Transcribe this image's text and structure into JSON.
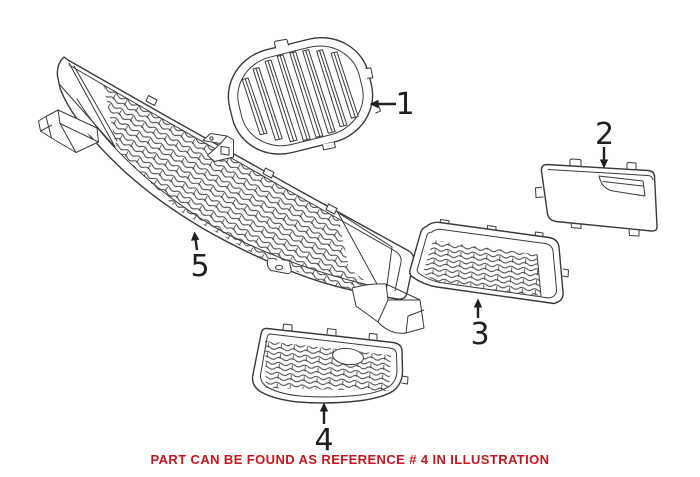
{
  "page": {
    "background": "#ffffff"
  },
  "diagram": {
    "caption": {
      "text": "PART CAN BE FOUND AS REFERENCE # 4 IN ILLUSTRATION",
      "color": "#c8161d"
    },
    "line_color": "#3a3a3a",
    "label_color": "#1f1f1f",
    "highlighted_reference": "4",
    "callouts": [
      {
        "number": "1"
      },
      {
        "number": "2"
      },
      {
        "number": "3"
      },
      {
        "number": "4"
      },
      {
        "number": "5"
      }
    ]
  }
}
